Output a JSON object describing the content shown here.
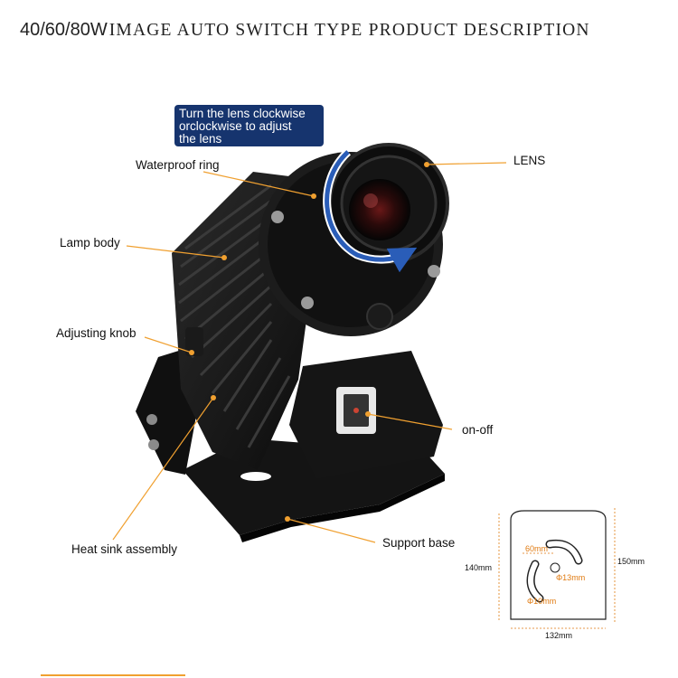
{
  "title": {
    "watts": "40/60/80W",
    "text": "IMAGE AUTO SWITCH TYPE PRODUCT DESCRIPTION"
  },
  "callout": {
    "line1": "Turn the lens clockwise",
    "line2": "orclockwise to adjust",
    "line3": "the lens"
  },
  "labels": {
    "waterproof_ring": "Waterproof ring",
    "lamp_body": "Lamp body",
    "adjusting_knob": "Adjusting knob",
    "heat_sink": "Heat sink assembly",
    "support_base": "Support base",
    "lens": "LENS",
    "on_off": "on-off"
  },
  "dimensions": {
    "height_left": "140mm",
    "height_right": "150mm",
    "width": "132mm",
    "slot": "60mm",
    "hole_small": "Φ13mm",
    "hole_large": "Φ10mm"
  },
  "colors": {
    "leader_line": "#f0a030",
    "callout_bg": "#16346e",
    "dimension_accent": "#e07a10"
  }
}
